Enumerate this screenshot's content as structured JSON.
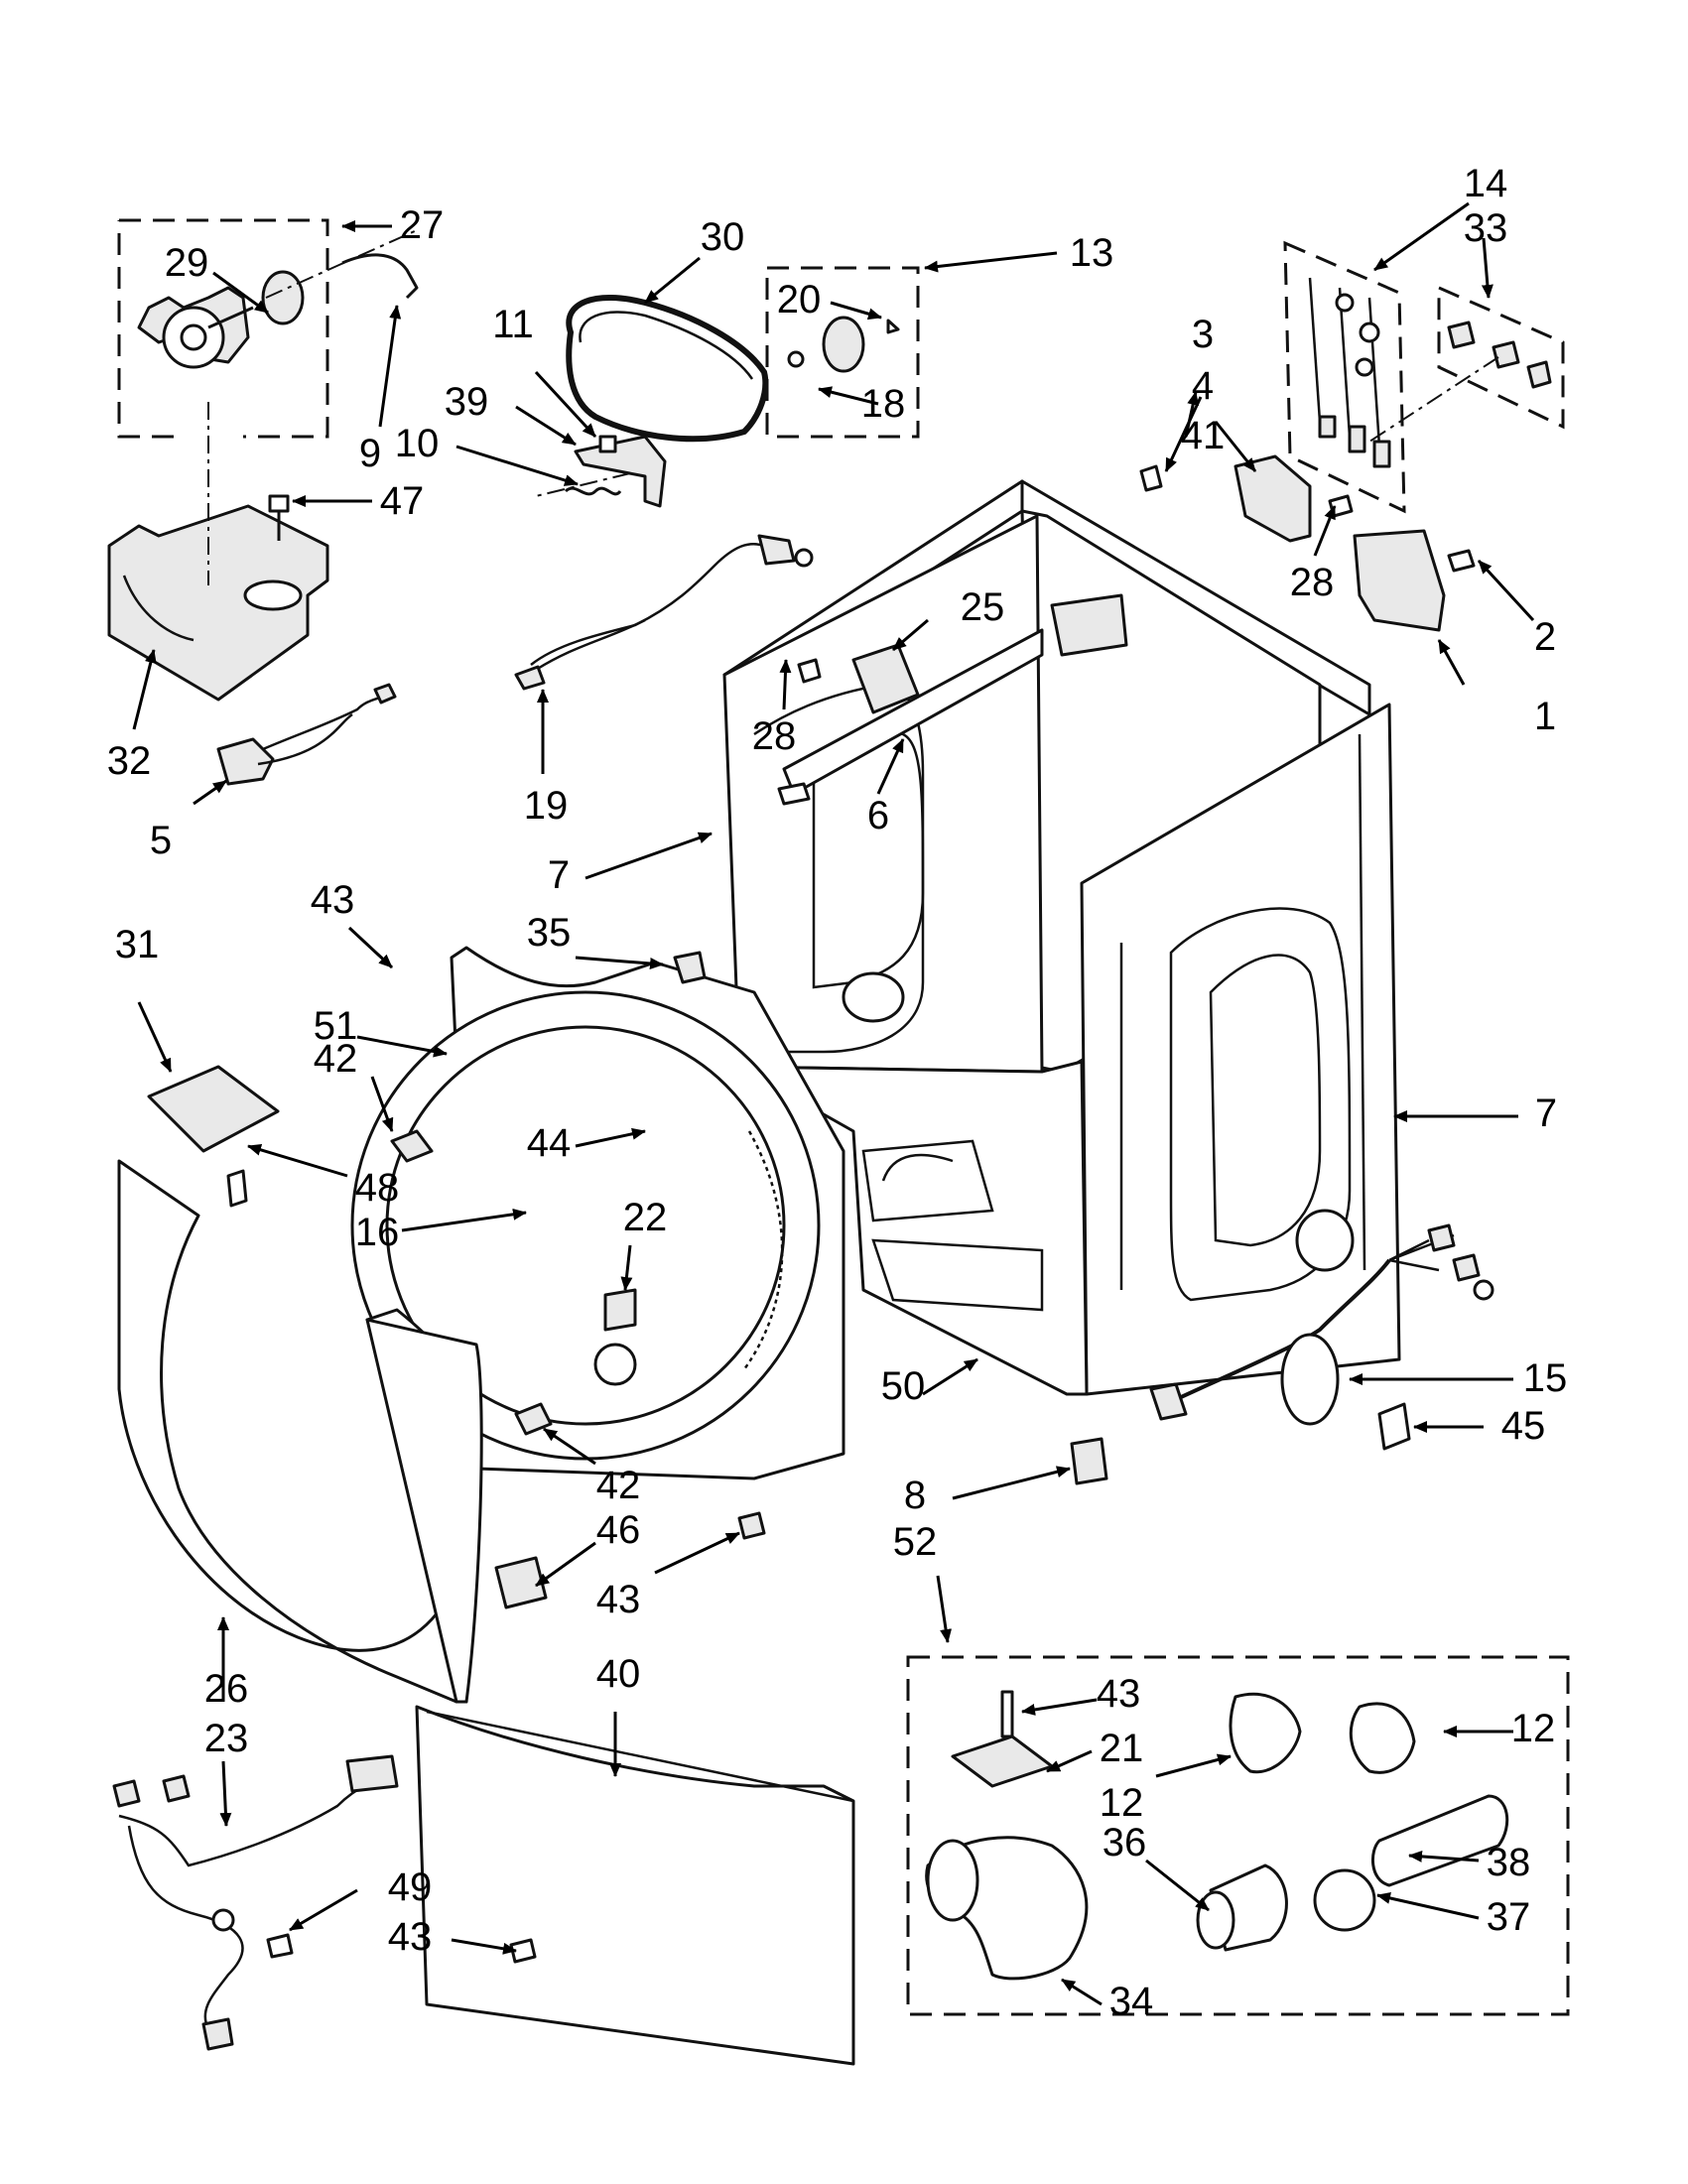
{
  "callouts": {
    "c1": "1",
    "c2": "2",
    "c3": "3",
    "c4": "4",
    "c5": "5",
    "c6": "6",
    "c7a": "7",
    "c7b": "7",
    "c8": "8",
    "c9": "9",
    "c10": "10",
    "c11": "11",
    "c12a": "12",
    "c12b": "12",
    "c13": "13",
    "c14": "14",
    "c15": "15",
    "c16": "16",
    "c18": "18",
    "c19": "19",
    "c20": "20",
    "c21": "21",
    "c22": "22",
    "c23": "23",
    "c25": "25",
    "c26": "26",
    "c27": "27",
    "c28a": "28",
    "c28b": "28",
    "c29": "29",
    "c30": "30",
    "c31": "31",
    "c32": "32",
    "c33": "33",
    "c34": "34",
    "c35": "35",
    "c36": "36",
    "c37": "37",
    "c38": "38",
    "c39": "39",
    "c40": "40",
    "c41": "41",
    "c42a": "42",
    "c42b": "42",
    "c43a": "43",
    "c43b": "43",
    "c43c": "43",
    "c43d": "43",
    "c44": "44",
    "c45": "45",
    "c46": "46",
    "c47": "47",
    "c48": "48",
    "c49": "49",
    "c50": "50",
    "c51": "51",
    "c52": "52"
  },
  "colors": {
    "line": "#111111",
    "panel_fill": "#e9e9e9",
    "background": "#ffffff"
  }
}
